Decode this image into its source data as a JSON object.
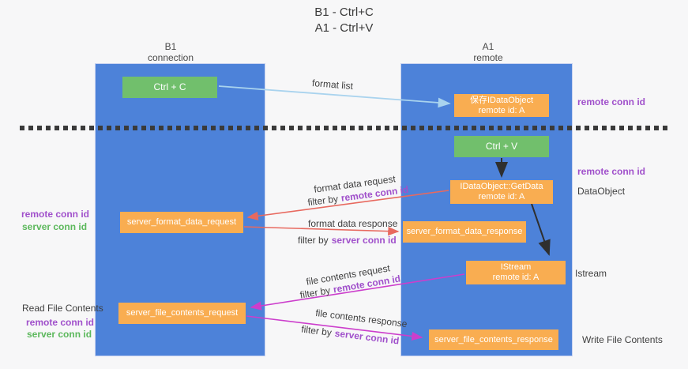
{
  "title": {
    "line1": "B1 - Ctrl+C",
    "line2": "A1 - Ctrl+V"
  },
  "lifelines": {
    "left": {
      "name": "B1",
      "role": "connection"
    },
    "right": {
      "name": "A1",
      "role": "remote"
    }
  },
  "nodes": {
    "ctrl_c": {
      "label": "Ctrl + C"
    },
    "ctrl_v": {
      "label": "Ctrl + V"
    },
    "save_dataobject": {
      "line1": "保存IDataObject",
      "line2": "remote id: A"
    },
    "getdata": {
      "line1": "IDataObject::GetData",
      "line2": "remote id: A"
    },
    "istream": {
      "line1": "IStream",
      "line2": "remote id: A"
    },
    "format_request": {
      "label": "server_format_data_request"
    },
    "format_response": {
      "label": "server_format_data_response"
    },
    "file_request": {
      "label": "server_file_contents_request"
    },
    "file_response": {
      "label": "server_file_contents_response"
    }
  },
  "edge_labels": {
    "format_list": "format list",
    "format_data_request": "format data request",
    "format_data_request_filter": {
      "prefix": "filter by",
      "key": "remote conn id"
    },
    "format_data_response": "format data response",
    "format_data_response_filter": {
      "prefix": "filter by",
      "key": "server conn id"
    },
    "file_contents_request": "file contents request",
    "file_contents_request_filter": {
      "prefix": "filter by",
      "key": "remote conn id"
    },
    "file_contents_response": "file contents response",
    "file_contents_response_filter": {
      "prefix": "filter by",
      "key": "server conn id"
    }
  },
  "side_labels": {
    "right_remote_conn_id_top": "remote conn id",
    "right_remote_conn_id_mid": "remote conn id",
    "right_dataobject": "DataObject",
    "right_istream": "Istream",
    "right_write_file": "Write File Contents",
    "left_remote_conn_id_mid": "remote conn id",
    "left_server_conn_id_mid": "server conn id",
    "left_read_file": "Read File Contents",
    "left_remote_conn_id_bottom": "remote conn id",
    "left_server_conn_id_bottom": "server conn id"
  },
  "colors": {
    "background": "#f7f7f8",
    "lifeline_blue": "#4d82d9",
    "node_orange": "#f9ad51",
    "node_green": "#71bf6c",
    "arrow_lightblue": "#a9d3ee",
    "arrow_red": "#e8695f",
    "arrow_magenta": "#cc3ecc",
    "arrow_black": "#2f2f2f",
    "text_purple": "#a050cb",
    "text_green": "#5cb85c",
    "text_dark": "#3f3f3f"
  }
}
